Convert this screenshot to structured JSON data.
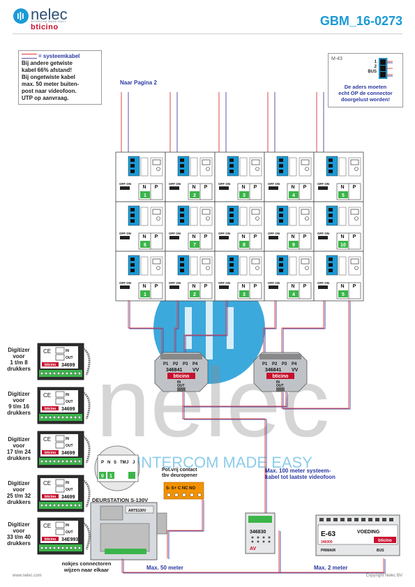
{
  "header": {
    "logo_name": "nelec",
    "logo_tagline": "INTERCOM MADE EASY",
    "logo_brand": "bticino",
    "doc_id": "GBM_16-0273"
  },
  "note_left": {
    "legend_label": "= systeemkabel",
    "text": [
      "Bij andere getwiste",
      "kabel 66% afstand!",
      "Bij ongetwiste kabel",
      "max. 50 meter buiten-",
      "post naar videofoon.",
      "UTP op aanvraag."
    ]
  },
  "note_right": {
    "code": "M-43",
    "pins": [
      "1",
      "2",
      "BUS"
    ],
    "text": [
      "De aders moeten",
      "echt OP de connector",
      "doorgelust worden!"
    ]
  },
  "naar_pagina": "Naar Pagina 2",
  "monitor": {
    "off_on": "OFF ON",
    "n": "N",
    "p": "P"
  },
  "grid_numbers": [
    [
      "1",
      "2",
      "3",
      "4",
      "5"
    ],
    [
      "6",
      "7",
      "8",
      "9",
      "10"
    ],
    [
      "1",
      "2",
      "3",
      "4",
      "5"
    ]
  ],
  "interface_module": {
    "ports": [
      "P1",
      "P2",
      "P3",
      "P4"
    ],
    "code": "346841",
    "vv": "VV",
    "brand": "bticino",
    "in": "IN",
    "out": "OUT"
  },
  "digitizers": [
    {
      "label": [
        "Digitizer",
        "voor",
        "1 t/m 8",
        "drukkers"
      ],
      "code": "34699"
    },
    {
      "label": [
        "Digitizer",
        "voor",
        "9 t/m 16",
        "drukkers"
      ],
      "code": "34699"
    },
    {
      "label": [
        "Digitizer",
        "voor",
        "17 t/m 24",
        "drukkers"
      ],
      "code": "34699"
    },
    {
      "label": [
        "Digitizer",
        "voor",
        "25 t/m 32",
        "drukkers"
      ],
      "code": "34699"
    },
    {
      "label": [
        "Digitizer",
        "voor",
        "33 t/m 40",
        "drukkers"
      ],
      "code": "34E993"
    }
  ],
  "digitizer_ports": {
    "in": "IN",
    "out": "OUT",
    "brand": "bticino"
  },
  "zoom": {
    "labels": [
      "P",
      "N",
      "S",
      "TM",
      "J",
      "J"
    ],
    "values": [
      "0",
      "1"
    ]
  },
  "pot_contact": {
    "label": [
      "Pot.vrij contact",
      "tbv deuropener"
    ],
    "terminals": "S- S+ C NC NO"
  },
  "deurstation": "DEURSTATION S-130V",
  "deurstation_code": "ARTS130V",
  "connector_note": [
    "nokjes connectoren",
    "wijzen naar elkaar"
  ],
  "max_100": [
    "Max. 100 meter systeem-",
    "kabel tot laatste videofoon"
  ],
  "max_50": "Max. 50 meter",
  "max_2": "Max. 2 meter",
  "module_346830": {
    "code": "346830",
    "av": "AV"
  },
  "power": {
    "model": "E-63",
    "label": "VOEDING",
    "code": "346000",
    "brand": "bticino",
    "primair": "PRIMAIR",
    "bus": "BUS"
  },
  "footer": {
    "left": "www.nelec.com",
    "right": "Copyright Nelec BV"
  },
  "watermark": {
    "big": "nelec",
    "small": "INTERCOM MADE EASY"
  },
  "colors": {
    "accent": "#1a9ad6",
    "brand_red": "#c8102e",
    "note_blue": "#2b3aa0",
    "wire_red": "#d44",
    "wire_blue": "#55a"
  }
}
